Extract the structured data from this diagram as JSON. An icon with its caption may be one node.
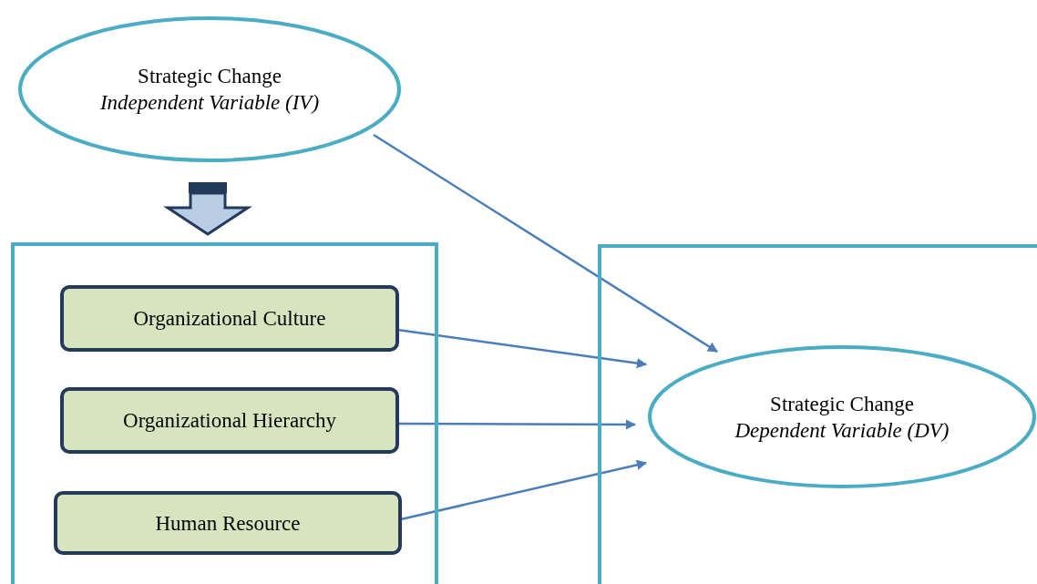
{
  "diagram": {
    "nodes": [
      {
        "text": [
          "Strategic Change",
          "Independent Variable (IV)"
        ]
      },
      {
        "text": [],
        "shape": "box"
      },
      {
        "text": [
          "Organizational Culture"
        ],
        "in": 1
      },
      {
        "text": [
          "Organizational Hierarchy"
        ],
        "in": 1
      },
      {
        "text": [
          "Human Resource"
        ],
        "in": 1
      },
      {
        "text": [],
        "shape": "box"
      },
      {
        "text": [
          "Strategic Change",
          "Dependent Variable (DV)"
        ],
        "in": 5
      }
    ],
    "edges": [
      {
        "from": 0,
        "to": 1,
        "arrow": "to",
        "style": "thick"
      },
      {
        "from": 0,
        "to": 6,
        "arrow": "to"
      },
      {
        "from": 2,
        "to": 6,
        "arrow": "to"
      },
      {
        "from": 3,
        "to": 6,
        "arrow": "to"
      },
      {
        "from": 4,
        "to": 6,
        "arrow": "to"
      }
    ]
  }
}
